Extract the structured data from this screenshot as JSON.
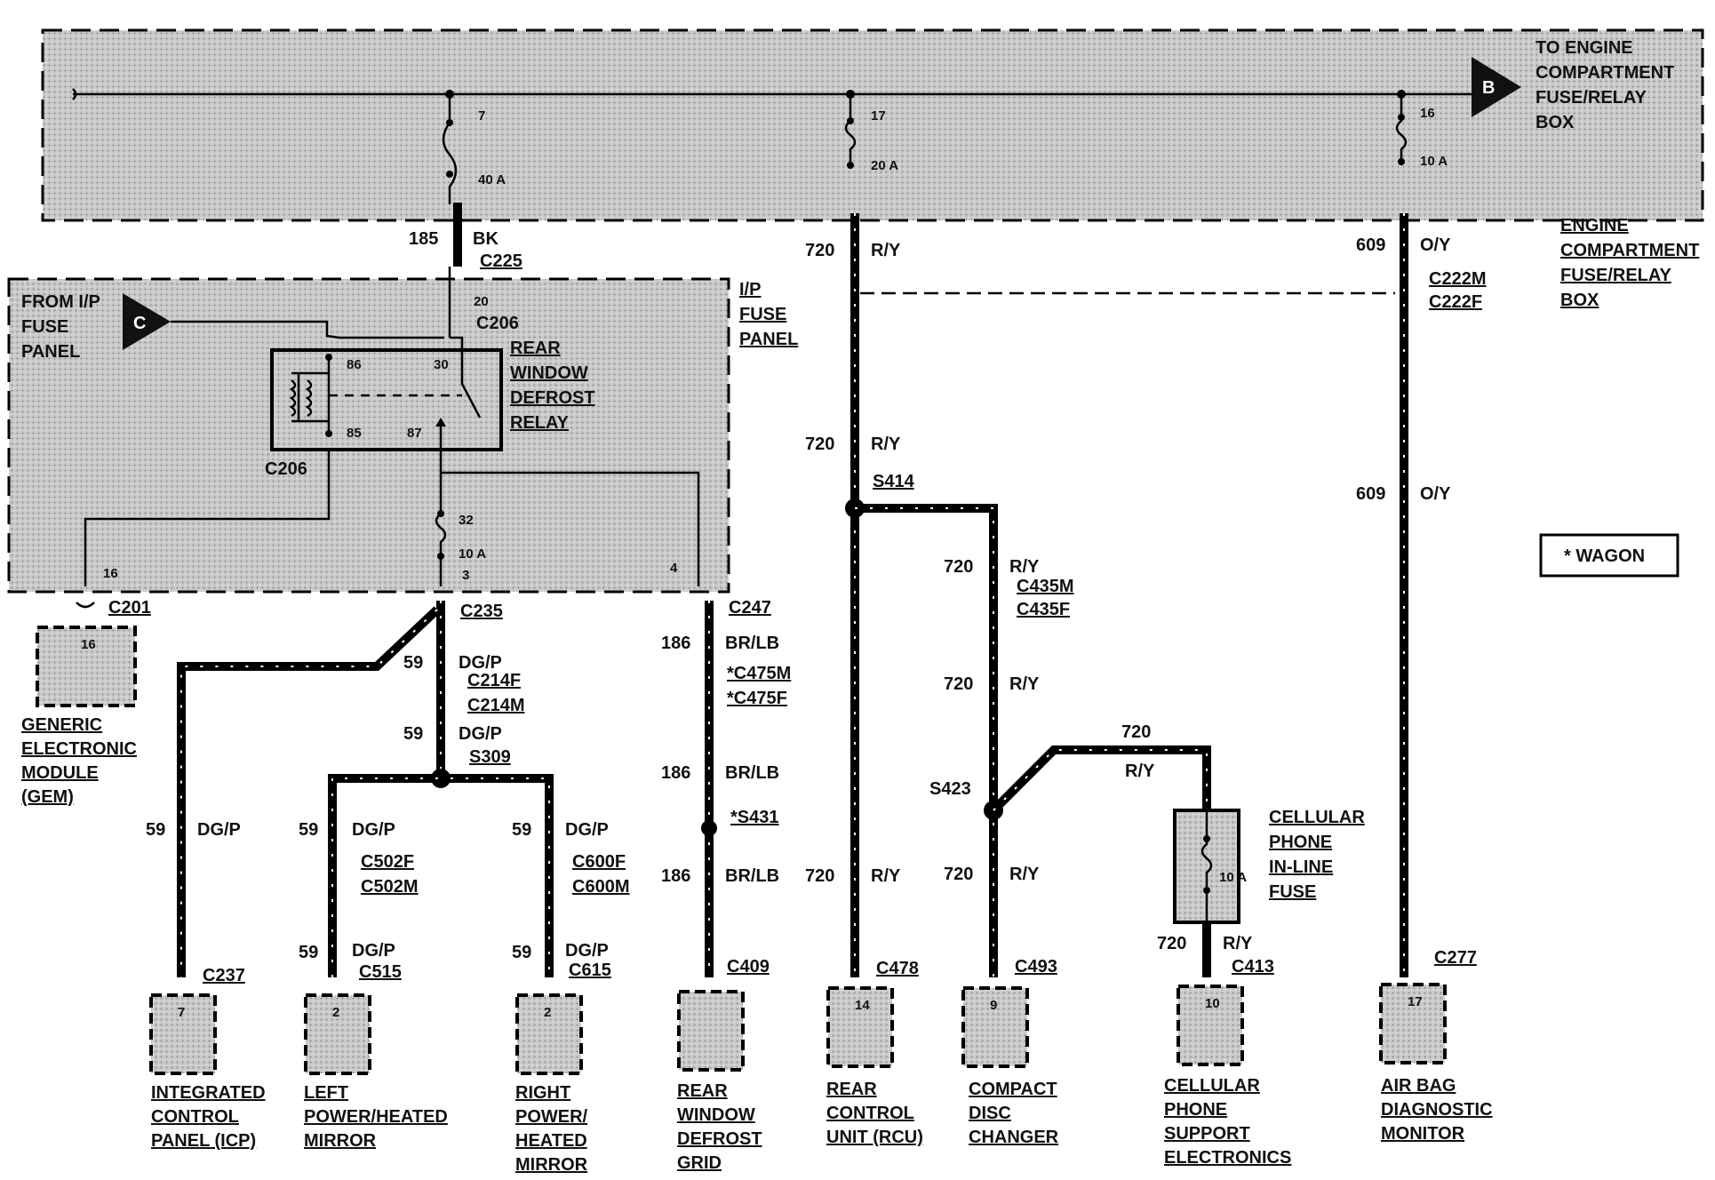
{
  "engine_fuse_box": {
    "to_label": [
      "TO ENGINE",
      "COMPARTMENT",
      "FUSE/RELAY",
      "BOX"
    ],
    "connector_b": "B",
    "box_label": [
      "ENGINE",
      "COMPARTMENT",
      "FUSE/RELAY",
      "BOX"
    ],
    "fuse7": {
      "num": "7",
      "amp": "40 A"
    },
    "fuse17": {
      "num": "17",
      "amp": "20 A"
    },
    "fuse16": {
      "num": "16",
      "amp": "10 A"
    }
  },
  "ip_fuse_panel": {
    "from_label": [
      "FROM I/P",
      "FUSE",
      "PANEL"
    ],
    "connector_c": "C",
    "panel_label": [
      "I/P",
      "FUSE",
      "PANEL"
    ],
    "relay_label": [
      "REAR",
      "WINDOW",
      "DEFROST",
      "RELAY"
    ],
    "pins": {
      "p86": "86",
      "p30": "30",
      "p85": "85",
      "p87": "87",
      "p20": "20",
      "p32": "32",
      "p10a": "10 A",
      "p3": "3",
      "p4": "4",
      "p16": "16"
    },
    "c206_top": "C206",
    "c206_bot": "C206"
  },
  "wires": {
    "w185": "185",
    "bk": "BK",
    "c225": "C225",
    "w720": "720",
    "ry": "R/Y",
    "w609": "609",
    "oy": "O/Y",
    "c222m": "C222M",
    "c222f": "C222F",
    "s414": "S414",
    "c435m": "C435M",
    "c435f": "C435F",
    "s423": "S423",
    "c201": "C201",
    "c235": "C235",
    "c247": "C247",
    "w59": "59",
    "dgp": "DG/P",
    "c214f": "C214F",
    "c214m": "C214M",
    "s309": "S309",
    "w186": "186",
    "brlb": "BR/LB",
    "c475m": "*C475M",
    "c475f": "*C475F",
    "s431": "*S431",
    "c502f": "C502F",
    "c502m": "C502M",
    "c600f": "C600F",
    "c600m": "C600M",
    "c515": "C515",
    "c615": "C615",
    "c237": "C237",
    "c409": "C409",
    "c478": "C478",
    "c493": "C493",
    "c413": "C413",
    "c277": "C277"
  },
  "cell_fuse": {
    "label": [
      "CELLULAR",
      "PHONE",
      "IN-LINE",
      "FUSE"
    ],
    "amp": "10 A"
  },
  "legend": {
    "wagon": "*  WAGON"
  },
  "components": [
    {
      "pin": "16",
      "label": [
        "GENERIC",
        "ELECTRONIC",
        "MODULE",
        "(GEM)"
      ]
    },
    {
      "pin": "7",
      "label": [
        "INTEGRATED",
        "CONTROL",
        "PANEL (ICP)"
      ]
    },
    {
      "pin": "2",
      "label": [
        "LEFT",
        "POWER/HEATED",
        "MIRROR"
      ]
    },
    {
      "pin": "2",
      "label": [
        "RIGHT",
        "POWER/",
        "HEATED",
        "MIRROR"
      ]
    },
    {
      "pin": "",
      "label": [
        "REAR",
        "WINDOW",
        "DEFROST",
        "GRID"
      ]
    },
    {
      "pin": "14",
      "label": [
        "REAR",
        "CONTROL",
        "UNIT (RCU)"
      ]
    },
    {
      "pin": "9",
      "label": [
        "COMPACT",
        "DISC",
        "CHANGER"
      ]
    },
    {
      "pin": "10",
      "label": [
        "CELLULAR",
        "PHONE",
        "SUPPORT",
        "ELECTRONICS"
      ]
    },
    {
      "pin": "17",
      "label": [
        "AIR BAG",
        "DIAGNOSTIC",
        "MONITOR"
      ]
    }
  ]
}
